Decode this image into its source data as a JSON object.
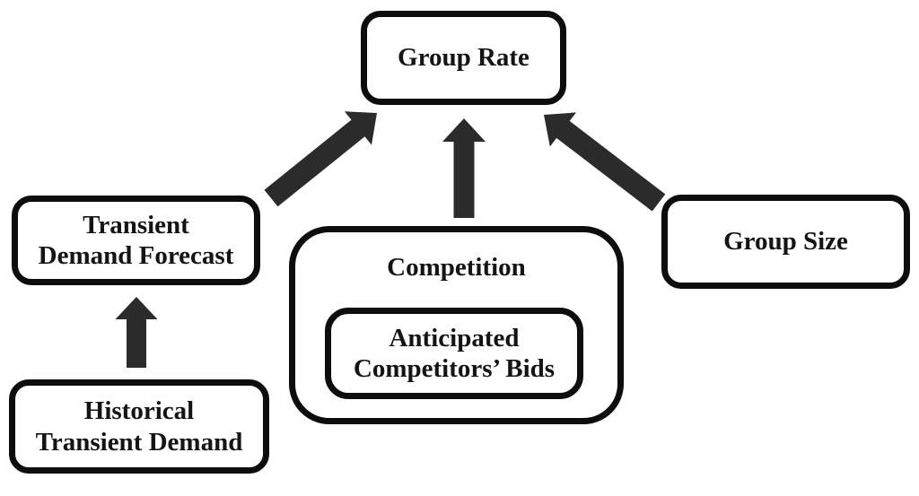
{
  "diagram": {
    "nodes": {
      "group_rate": {
        "label": "Group Rate"
      },
      "transient_demand_forecast": {
        "label": "Transient\nDemand Forecast"
      },
      "competition": {
        "label": "Competition"
      },
      "anticipated_competitors_bids": {
        "label": "Anticipated\nCompetitors’ Bids"
      },
      "group_size": {
        "label": "Group Size"
      },
      "historical_transient_demand": {
        "label": "Historical\nTransient Demand"
      }
    },
    "edges": [
      {
        "from": "Transient Demand Forecast",
        "to": "Group Rate"
      },
      {
        "from": "Competition",
        "to": "Group Rate"
      },
      {
        "from": "Group Size",
        "to": "Group Rate"
      },
      {
        "from": "Historical Transient Demand",
        "to": "Transient Demand Forecast"
      }
    ]
  },
  "colors": {
    "canvas-bg": "#ffffff",
    "box-border": "#0d0d0d",
    "arrow-fill": "#2b2b2b",
    "text-color": "#141414"
  }
}
